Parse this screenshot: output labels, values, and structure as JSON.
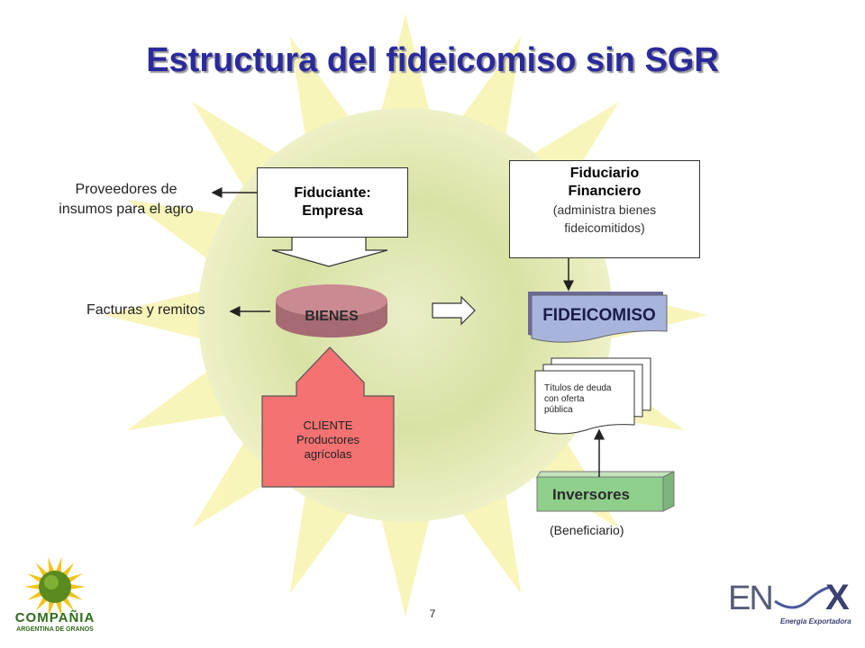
{
  "slide": {
    "title": "Estructura del fideicomiso sin SGR",
    "page_number": "7"
  },
  "diagram": {
    "suppliers_line1": "Proveedores de",
    "suppliers_line2": "insumos para el agro",
    "fiduciante_line1": "Fiduciante:",
    "fiduciante_line2": "Empresa",
    "invoices": "Facturas y remitos",
    "bienes": "BIENES",
    "cliente_line1": "CLIENTE",
    "cliente_line2": "Productores",
    "cliente_line3": "agrícolas",
    "fiduciario_line1": "Fiduciario",
    "fiduciario_line2": "Financiero",
    "fiduciario_line3": "(administra bienes",
    "fiduciario_line4": "fideicomitidos)",
    "fideicomiso": "FIDEICOMISO",
    "titulos_line1": "Títulos de deuda",
    "titulos_line2": "con oferta",
    "titulos_line3": "pública",
    "inversores": "Inversores",
    "beneficiario": "(Beneficiario)"
  },
  "logos": {
    "left_line1": "COMPAÑIA",
    "left_line2": "ARGENTINA DE GRANOS",
    "right_main": "EN",
    "right_x": "X",
    "right_sub": "Energía Exportadora"
  },
  "colors": {
    "title": "#2a2a9c",
    "bienes": "#c98a92",
    "cliente": "#f47272",
    "fideicomiso": "#a8b4dc",
    "inversores": "#8fcf8c",
    "sun_center": "#dfe6a8",
    "sun_rays": "#f7f2a8"
  }
}
